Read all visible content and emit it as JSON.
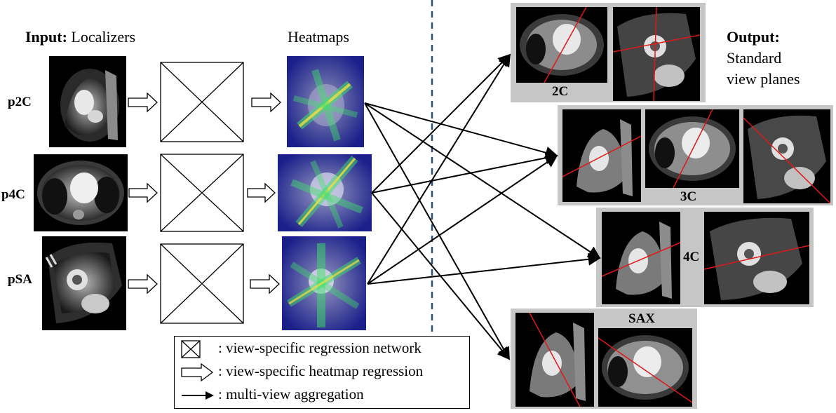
{
  "header": {
    "input_bold": "Input:",
    "input_rest": "Localizers",
    "heatmaps": "Heatmaps",
    "output_bold": "Output:",
    "output_line2": "Standard",
    "output_line3": "view planes"
  },
  "rows": [
    {
      "label": "p2C"
    },
    {
      "label": "p4C"
    },
    {
      "label": "pSA"
    }
  ],
  "output_panels": {
    "p2c": "2C",
    "p3c": "3C",
    "p4c": "4C",
    "sax": "SAX"
  },
  "legend": {
    "network": ": view-specific regression network",
    "heatmap": ": view-specific heatmap regression",
    "aggregation": ": multi-view aggregation"
  },
  "colors": {
    "panel_bg": "#c6c6c6",
    "divider": "#2e4f7a",
    "plane_line": "#e01818",
    "heatmap_bg": "#1a1f8a"
  }
}
